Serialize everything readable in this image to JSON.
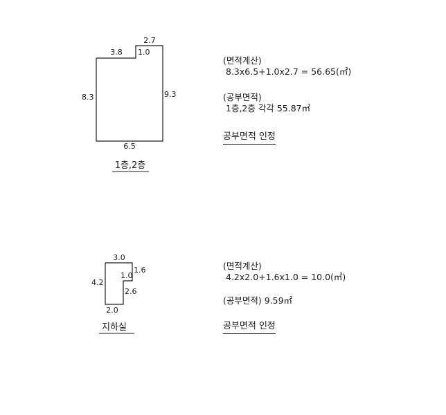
{
  "floor1_2": {
    "caption": "1층,2층",
    "dims": {
      "top_left": "3.8",
      "top_right": "2.7",
      "step": "1.0",
      "left": "8.3",
      "right": "9.3",
      "bottom": "6.5"
    },
    "calc_heading": "(면적계산)",
    "calc_formula": "8.3x6.5+1.0x2.7 = 56.65(㎡)",
    "ledger_heading": "(공부면적)",
    "ledger_value": "1층,2층 각각 55.87㎡",
    "confirm": "공부면적 인정"
  },
  "basement": {
    "caption": "지하실",
    "dims": {
      "top": "3.0",
      "right_top": "1.6",
      "step": "1.0",
      "left": "4.2",
      "right_bottom": "2.6",
      "bottom": "2.0"
    },
    "calc_heading": "(면적계산)",
    "calc_formula": "4.2x2.0+1.6x1.0 = 10.0(㎡)",
    "ledger_text": "(공부면적) 9.59㎡",
    "confirm": "공부면적 인정"
  }
}
